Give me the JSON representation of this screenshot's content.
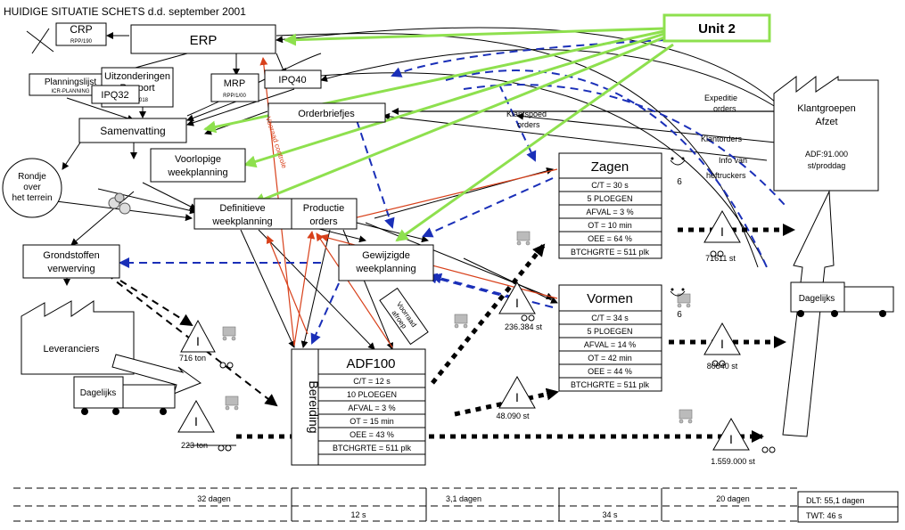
{
  "title": "HUIDIGE SITUATIE SCHETS d.d. september 2001",
  "unit_label": "Unit 2",
  "colors": {
    "accent_green": "#8ee04e",
    "blue_flow": "#1a2fb8",
    "red_flow": "#d8401a"
  },
  "boxes": {
    "crp": "CRP",
    "crp_sub": "RPP/190",
    "erp": "ERP",
    "planningslijst": "Planningslijst",
    "planningslijst_sub": "ICR-PLANNING",
    "uitzonderingen_line1": "Uitzonderingen",
    "uitzonderingen_line2": "Rapport",
    "uitzonderingen_sub": "RPP/018",
    "ipq32": "IPQ32",
    "mrp": "MRP",
    "mrp_sub": "RPP/1/00",
    "ipq40": "IPQ40",
    "orderbriefjes": "Orderbriefjes",
    "samenvatting": "Samenvatting",
    "voorlopige_line1": "Voorlopige",
    "voorlopige_line2": "weekplanning",
    "rondje_line1": "Rondje",
    "rondje_line2": "over",
    "rondje_line3": "het terrein",
    "definitieve_line1": "Definitieve",
    "definitieve_line2": "weekplanning",
    "productie_line1": "Productie",
    "productie_line2": "orders",
    "gewijzigde_line1": "Gewijzigde",
    "gewijzigde_line2": "weekplanning",
    "grondstoffen_line1": "Grondstoffen",
    "grondstoffen_line2": "verwerving",
    "voorraad_line1": "Voorraad",
    "voorraad_line2": "afroep"
  },
  "external": {
    "leveranciers": "Leveranciers",
    "dagelijks_left": "Dagelijks",
    "klantgroepen_line1": "Klantgroepen",
    "klantgroepen_line2": "Afzet",
    "adf_line1": "ADF:91.000",
    "adf_line2": "st/proddag",
    "dagelijks_right": "Dagelijks"
  },
  "flow_labels": {
    "expeditie_line1": "Expeditie",
    "expeditie_line2": "orders",
    "klantspoed_line1": "Klantspoed",
    "klantspoed_line2": "orders",
    "klantorders": "Klantorders",
    "info_line1": "Info van",
    "info_line2": "heftruckers",
    "vooraad_controle": "Vooraad controle"
  },
  "processes": {
    "zagen": {
      "name": "Zagen",
      "rows": [
        "C/T = 30 s",
        "5 PLOEGEN",
        "AFVAL = 3 %",
        "OT = 10 min",
        "OEE = 64 %",
        "BTCHGRTE = 511 plk"
      ],
      "operators": "6"
    },
    "vormen": {
      "name": "Vormen",
      "rows": [
        "C/T = 34 s",
        "5 PLOEGEN",
        "AFVAL = 14 %",
        "OT = 42 min",
        "OEE = 44 %",
        "BTCHGRTE = 511 plk"
      ],
      "operators": "6"
    },
    "adf100": {
      "name": "ADF100",
      "side": "Bereiding",
      "rows": [
        "C/T = 12 s",
        "10 PLOEGEN",
        "AFVAL = 3 %",
        "OT = 15 min",
        "OEE = 43 %",
        "BTCHGRTE = 511 plk"
      ]
    }
  },
  "inventories": {
    "inv1": "716 ton",
    "inv2": "223 ton",
    "inv3": "236.384 st",
    "inv4": "48.090 st",
    "inv5": "71611 st",
    "inv6": "80840 st",
    "inv7": "1.559.000 st"
  },
  "timeline": {
    "top": [
      "32 dagen",
      "3,1 dagen",
      "20 dagen"
    ],
    "bottom": [
      "12 s",
      "34 s"
    ],
    "dlt": "DLT: 55,1 dagen",
    "twt": "TWT: 46 s"
  }
}
